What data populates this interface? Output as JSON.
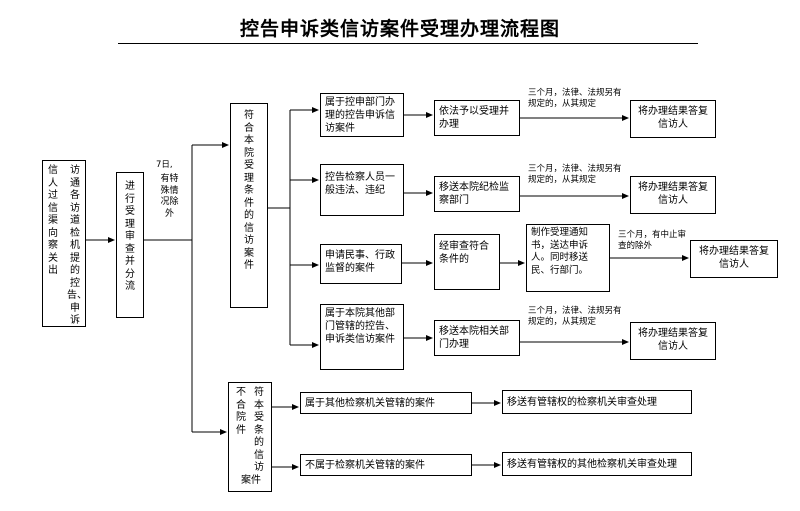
{
  "title": "控告申诉类信访案件受理办理流程图",
  "start_box": {
    "col1": "信人过信渠向察关出",
    "col2": "访通各访道检机提的控告、申诉"
  },
  "review_box": "进行受理审查并分流",
  "review_note": {
    "days": "7日,",
    "special": "有特殊情况除外"
  },
  "accept_box": "符合本院受理条件的信访案件",
  "reject_box": {
    "col1": "不合院件",
    "col2": "符本受条的信访",
    "tail": "案件"
  },
  "rows": [
    {
      "case": "属于控申部门办理的控告申诉信访案件",
      "action": "依法予以受理并办理",
      "note": "三个月，法律、法规另有规定的，从其规定",
      "result": "将办理结果答复信访人"
    },
    {
      "case": "控告检察人员一般违法、违纪",
      "action": "移送本院纪检监察部门",
      "note": "三个月，法律、法规另有规定的，从其规定",
      "result": "将办理结果答复信访人"
    },
    {
      "case": "申请民事、行政监督的案件",
      "action": "经审查符合条件的",
      "action2": "制作受理通知书，送达申诉人。同时移送民、行部门。",
      "note": "三个月，有中止审查的除外",
      "result": "将办理结果答复信访人"
    },
    {
      "case": "属于本院其他部门管辖的控告、申诉类信访案件",
      "action": "移送本院相关部门办理",
      "note": "三个月，法律、法规另有规定的，从其规定",
      "result": "将办理结果答复信访人"
    }
  ],
  "other_rows": [
    {
      "case": "属于其他检察机关管辖的案件",
      "action": "移送有管辖权的检察机关审查处理"
    },
    {
      "case": "不属于检察机关管辖的案件",
      "action": "移送有管辖权的其他检察机关审查处理"
    }
  ]
}
